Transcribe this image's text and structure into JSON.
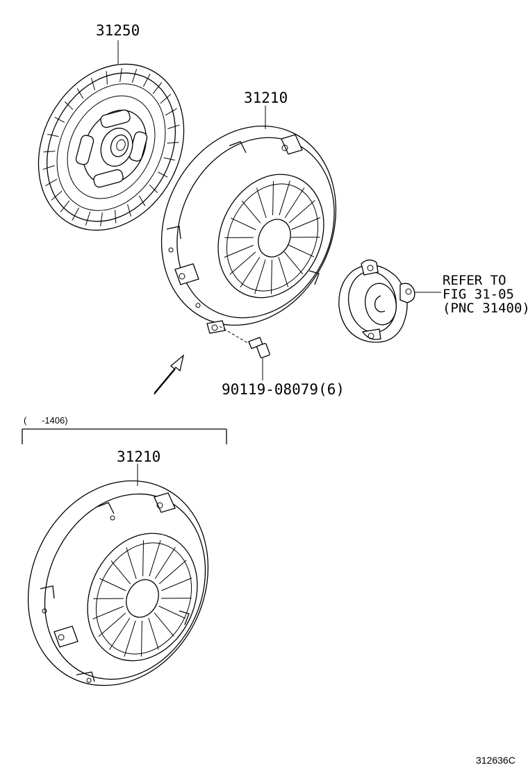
{
  "parts": {
    "clutch_disc": {
      "part_number": "31250"
    },
    "clutch_cover_upper": {
      "part_number": "31210"
    },
    "clutch_cover_lower": {
      "part_number": "31210"
    },
    "bolt": {
      "part_number": "90119-08079(6)"
    },
    "release_bearing": {
      "reference_line1": "REFER TO",
      "reference_line2": "FIG 31-05",
      "reference_line3": "(PNC 31400)"
    }
  },
  "range_bracket": {
    "label": "(      -1406)"
  },
  "diagram_code": "312636C"
}
